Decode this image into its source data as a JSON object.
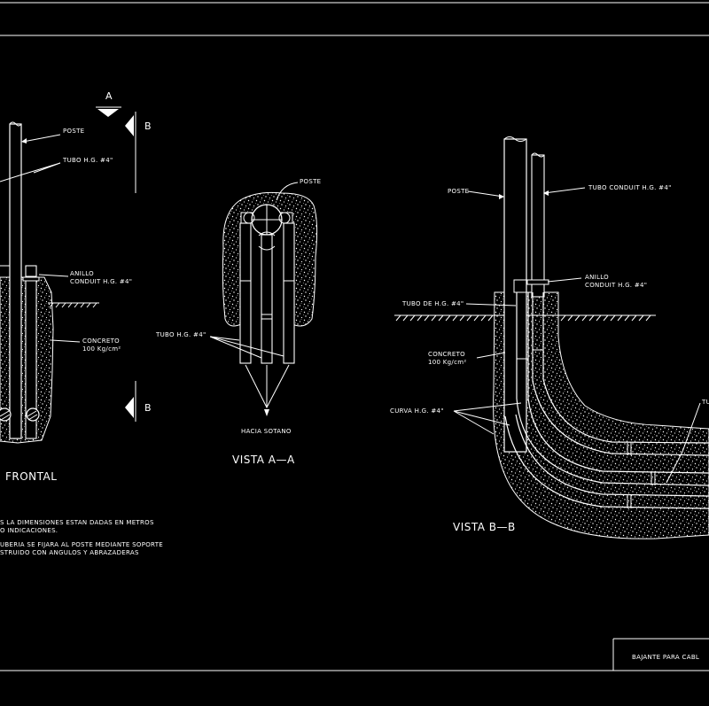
{
  "front_view": {
    "marker_a": "A",
    "marker_b_top": "B",
    "marker_b_bottom": "B",
    "label_poste": "POSTE",
    "label_tubo": "TUBO H.G. #4\"",
    "label_anillo_1": "ANILLO",
    "label_anillo_2": "CONDUIT H.G. #4\"",
    "label_concreto_1": "CONCRETO",
    "label_concreto_2": "100 Kg/cm²",
    "title": "FRONTAL"
  },
  "notes": {
    "line1": "S LA DIMENSIONES ESTAN DADAS EN METROS",
    "line2": "O INDICACIONES.",
    "line3": "UBERIA SE FIJARA AL POSTE MEDIANTE SOPORTE",
    "line4": "STRUIDO CON ANGULOS Y ABRAZADERAS"
  },
  "view_aa": {
    "label_poste": "POSTE",
    "label_tubo": "TUBO H.G. #4\"",
    "label_sotano": "HACIA SOTANO",
    "title": "VISTA A—A"
  },
  "view_bb": {
    "label_poste": "POSTE",
    "label_tubo_conduit": "TUBO CONDUIT H.G. #4\"",
    "label_anillo_1": "ANILLO",
    "label_anillo_2": "CONDUIT H.G. #4\"",
    "label_tubo_de": "TUBO DE H.G. #4\"",
    "label_concreto_1": "CONCRETO",
    "label_concreto_2": "100 Kg/cm²",
    "label_curva": "CURVA H.G. #4\"",
    "label_tu": "TU",
    "title": "VISTA B—B"
  },
  "title_block": {
    "text": "BAJANTE PARA CABL"
  },
  "colors": {
    "background": "#000000",
    "lines": "#ffffff"
  }
}
